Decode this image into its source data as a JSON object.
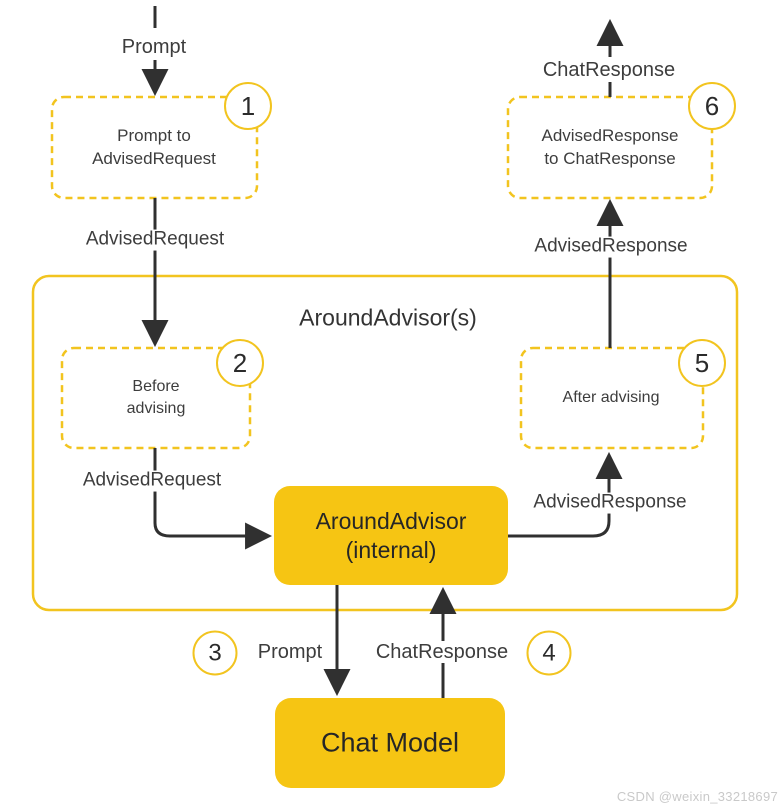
{
  "colors": {
    "gold_stroke": "#F2C41F",
    "gold_fill": "#F6C513",
    "arrow": "#303030",
    "label_text": "#3d3d3d",
    "node_text": "#262626",
    "watermark_text": "#c9c9c9"
  },
  "flow": {
    "top_input_label": "Prompt",
    "step1": {
      "badge": "1",
      "line1": "Prompt to",
      "line2": "AdvisedRequest"
    },
    "edge_advised_request_out": "AdvisedRequest",
    "container": {
      "title": "AroundAdvisor(s)"
    },
    "step2": {
      "badge": "2",
      "line1": "Before",
      "line2": "advising"
    },
    "edge_advised_request_in": "AdvisedRequest",
    "internal_node": {
      "line1": "AroundAdvisor",
      "line2": "(internal)"
    },
    "edge_advised_response_in": "AdvisedResponse",
    "step5": {
      "badge": "5",
      "label": "After advising"
    },
    "edge_advised_response_out": "AdvisedResponse",
    "step6": {
      "badge": "6",
      "line1": "AdvisedResponse",
      "line2": "to ChatResponse"
    },
    "top_output_label": "ChatResponse",
    "step3": {
      "badge": "3",
      "label": "Prompt"
    },
    "step4": {
      "badge": "4",
      "label": "ChatResponse"
    },
    "chat_model": {
      "label": "Chat Model"
    }
  },
  "watermark": "CSDN @weixin_33218697"
}
